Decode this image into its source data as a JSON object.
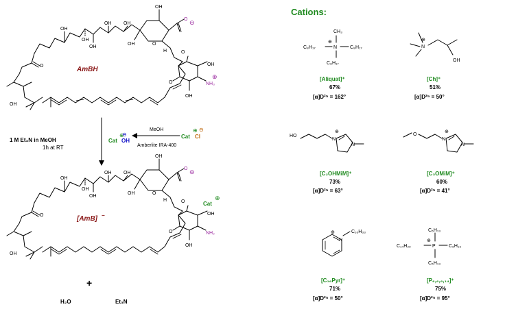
{
  "colors": {
    "green": "#1f8a1f",
    "darkred": "#8b1a1a",
    "purple": "#9b2aa0",
    "blue": "#1414c8",
    "orange": "#c06a10",
    "bond": "#000000"
  },
  "reaction": {
    "start_name": "AmBH",
    "product_name": "[AmB]",
    "product_charge": "−",
    "reagent_line1": "1 M Et₃N in MeOH",
    "reagent_line2": "1h at RT",
    "cat_label": "Cat",
    "plus_sign": "⊕",
    "minus_sign": "⊖",
    "hydroxide": "OH",
    "chloride": "Cl",
    "solvent": "MeOH",
    "resin": "Amberlite IRA-400",
    "plus": "+",
    "byproduct1": "H₂O",
    "byproduct2": "Et₃N",
    "oh": "OH",
    "o": "O",
    "h": "H",
    "nh3": "NH₃",
    "nh2": "NH₂"
  },
  "cations_title": "Cations:",
  "cations": [
    {
      "label": "[Aliquat]⁺",
      "yield": "67%",
      "rotation": "[α]D²⁵ = 162°",
      "atoms": {
        "ch3": "CH₃",
        "c8a": "C₈H₁₇",
        "c8b": "C₈H₁₇",
        "c8c": "C₈H₁₇",
        "n": "N",
        "plus": "⊕"
      }
    },
    {
      "label": "[Ch]⁺",
      "yield": "51%",
      "rotation": "[α]D²⁵ = 50°",
      "atoms": {
        "n": "N",
        "oh": "OH",
        "plus": "⊕"
      }
    },
    {
      "label": "[C₂OHMiM]⁺",
      "yield": "73%",
      "rotation": "[α]D²⁵ = 63°",
      "atoms": {
        "ho": "HO",
        "n1": "N",
        "n2": "N",
        "plus": "⊕"
      }
    },
    {
      "label": "[C₃OMiM]⁺",
      "yield": "60%",
      "rotation": "[α]D²⁵ = 41°",
      "atoms": {
        "o": "O",
        "n1": "N",
        "n2": "N",
        "plus": "⊕"
      }
    },
    {
      "label": "[C₁₆Pyr]⁺",
      "yield": "71%",
      "rotation": "[α]D²⁵ = 50°",
      "atoms": {
        "n": "N",
        "chain": "C₁₆H₃₃",
        "plus": "⊕"
      }
    },
    {
      "label": "[P₆,₆,₆,₁₄]⁺",
      "yield": "75%",
      "rotation": "[α]D²⁵ = 95°",
      "atoms": {
        "p": "P",
        "c6a": "C₆H₁₃",
        "c6b": "C₆H₁₃",
        "c6c": "C₆H₁₃",
        "c14": "C₁₄H₂₉",
        "plus": "⊕"
      }
    }
  ]
}
